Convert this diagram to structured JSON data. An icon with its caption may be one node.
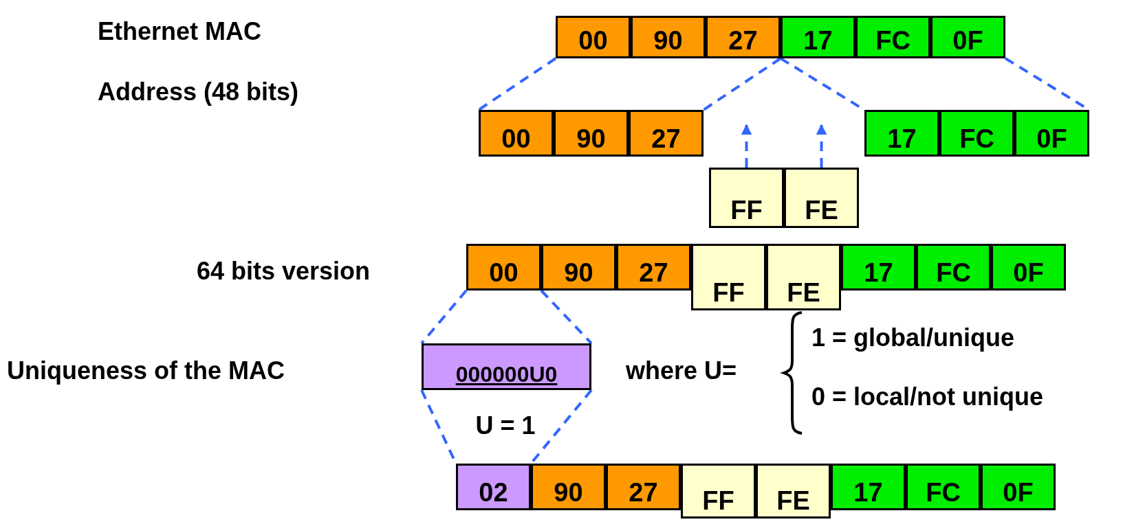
{
  "diagram": {
    "nodes": [
      {
        "text": [
          "00"
        ]
      },
      {
        "text": [
          "90"
        ]
      },
      {
        "text": [
          "27"
        ]
      },
      {
        "text": [
          "17"
        ]
      },
      {
        "text": [
          "FC"
        ]
      },
      {
        "text": [
          "0F"
        ]
      },
      {
        "text": [
          "00"
        ]
      },
      {
        "text": [
          "90"
        ]
      },
      {
        "text": [
          "27"
        ]
      },
      {
        "text": [
          "17"
        ]
      },
      {
        "text": [
          "FC"
        ]
      },
      {
        "text": [
          "0F"
        ]
      },
      {
        "text": [
          "FF"
        ]
      },
      {
        "text": [
          "FE"
        ]
      },
      {
        "text": [
          "00"
        ]
      },
      {
        "text": [
          "90"
        ]
      },
      {
        "text": [
          "27"
        ]
      },
      {
        "text": [
          "FF"
        ]
      },
      {
        "text": [
          "FE"
        ]
      },
      {
        "text": [
          "17"
        ]
      },
      {
        "text": [
          "FC"
        ]
      },
      {
        "text": [
          "0F"
        ]
      },
      {
        "text": [
          "000000U0"
        ]
      },
      {
        "text": [
          "02"
        ]
      },
      {
        "text": [
          "90"
        ]
      },
      {
        "text": [
          "27"
        ]
      },
      {
        "text": [
          "FF"
        ]
      },
      {
        "text": [
          "FE"
        ]
      },
      {
        "text": [
          "17"
        ]
      },
      {
        "text": [
          "FC"
        ]
      },
      {
        "text": [
          "0F"
        ]
      }
    ],
    "edges": [
      {
        "from": 0,
        "to": 6,
        "arrow": "none",
        "style": "dashed"
      },
      {
        "from": 2,
        "to": 8,
        "arrow": "none",
        "style": "dashed"
      },
      {
        "from": 3,
        "to": 9,
        "arrow": "none",
        "style": "dashed"
      },
      {
        "from": 5,
        "to": 11,
        "arrow": "none",
        "style": "dashed"
      },
      {
        "from": 12,
        "to": null,
        "arrow": "to",
        "style": "dashed"
      },
      {
        "from": 13,
        "to": null,
        "arrow": "to",
        "style": "dashed"
      },
      {
        "from": 14,
        "to": 22,
        "arrow": "none",
        "style": "dashed"
      },
      {
        "from": 14,
        "to": 22,
        "arrow": "none",
        "style": "dashed"
      },
      {
        "from": 22,
        "to": 23,
        "arrow": "none",
        "style": "dashed"
      },
      {
        "from": 22,
        "to": 23,
        "arrow": "none",
        "style": "dashed"
      }
    ],
    "labels": [
      "Ethernet MAC Address (48 bits)",
      "64 bits version",
      "Uniqueness of the MAC",
      "where U=",
      "1 = global/unique",
      "0 = local/not unique",
      "U = 1"
    ]
  }
}
